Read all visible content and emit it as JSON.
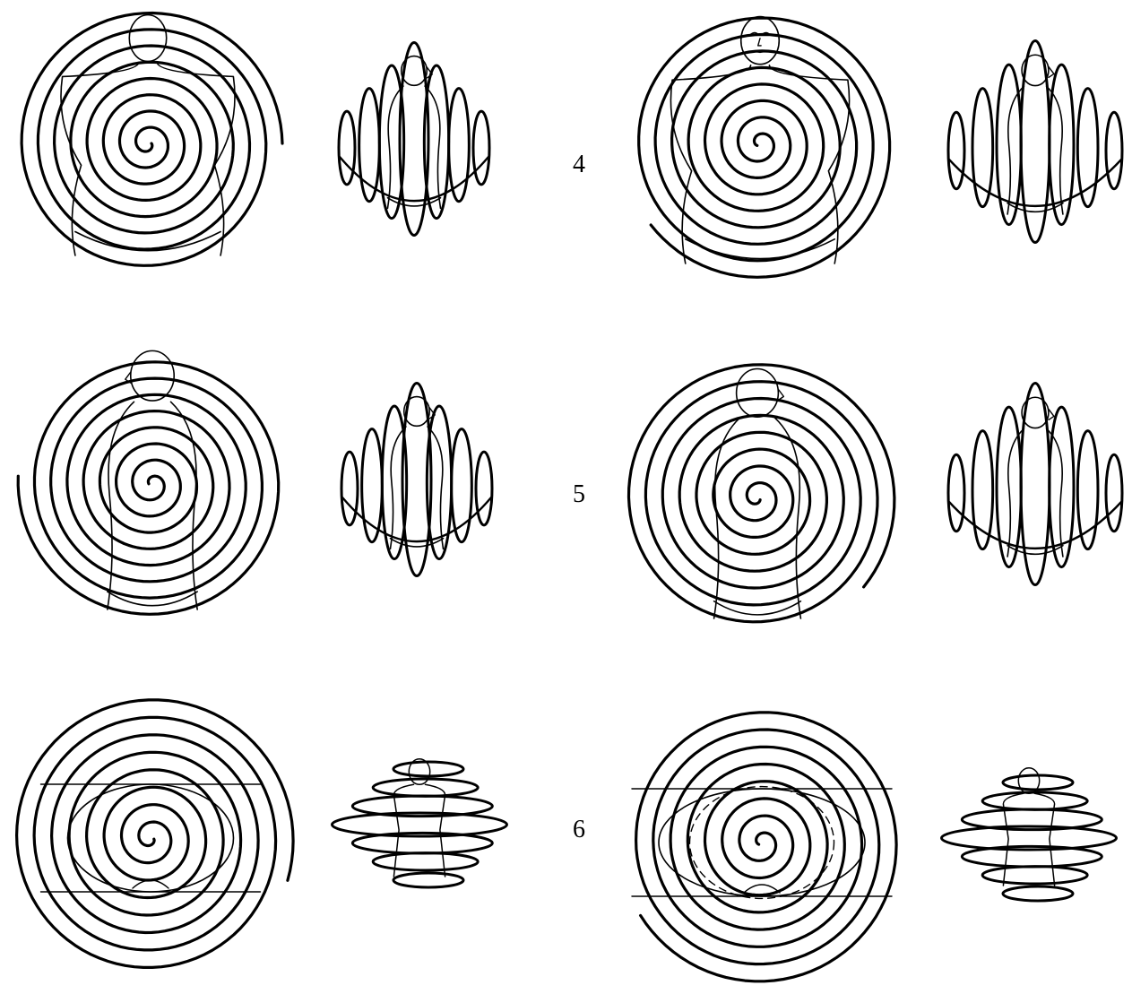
{
  "labels": {
    "row1": "4",
    "row2": "5",
    "row3": "6"
  },
  "figures": [
    {
      "row": 1,
      "side": "left",
      "body_view": "front",
      "front_spiral_turns": 8,
      "side_spiral_orientation": "vertical"
    },
    {
      "row": 1,
      "side": "right",
      "body_view": "front-with-face",
      "front_spiral_turns": 8,
      "side_spiral_orientation": "vertical"
    },
    {
      "row": 2,
      "side": "left",
      "body_view": "profile-facing-left",
      "front_spiral_turns": 8,
      "side_spiral_orientation": "vertical"
    },
    {
      "row": 2,
      "side": "right",
      "body_view": "profile-facing-right",
      "front_spiral_turns": 8,
      "side_spiral_orientation": "vertical"
    },
    {
      "row": 3,
      "side": "left",
      "body_view": "top-horizontal",
      "front_spiral_turns": 8,
      "side_spiral_orientation": "horizontal"
    },
    {
      "row": 3,
      "side": "right",
      "body_view": "top-horizontal-dashed",
      "front_spiral_turns": 8,
      "side_spiral_orientation": "horizontal"
    }
  ],
  "colors": {
    "stroke": "#000000",
    "background": "#ffffff"
  }
}
